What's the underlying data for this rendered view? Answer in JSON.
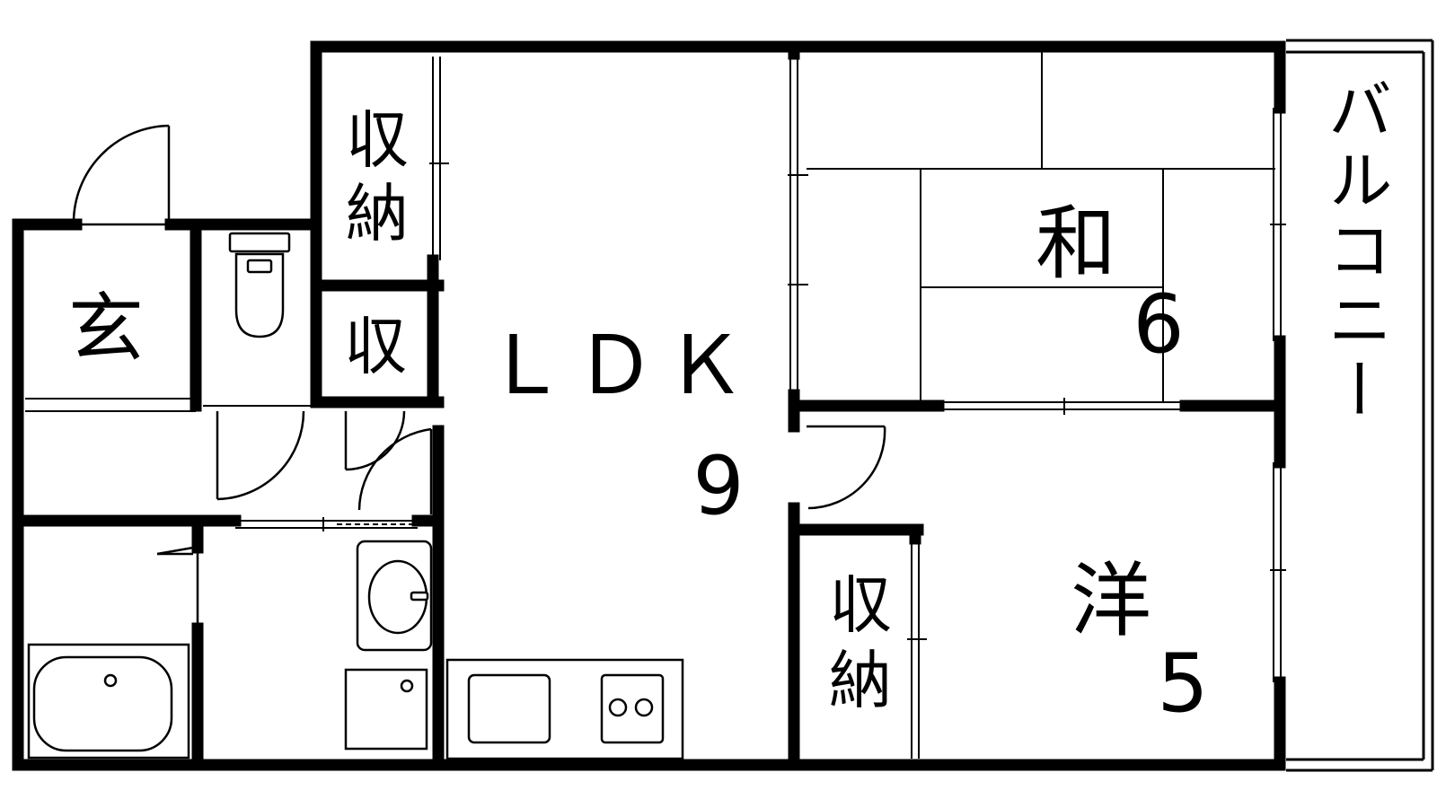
{
  "rooms": {
    "genkan": {
      "label": "玄"
    },
    "storage_top": {
      "label_line1": "収",
      "label_line2": "納"
    },
    "storage_small": {
      "label": "収"
    },
    "ldk": {
      "label": "ＬＤＫ",
      "size": "9"
    },
    "washitsu": {
      "label": "和",
      "size": "6"
    },
    "yoshitsu": {
      "label": "洋",
      "size": "5"
    },
    "storage_western": {
      "label_line1": "収",
      "label_line2": "納"
    },
    "balcony": {
      "label": "バルコニー"
    }
  },
  "colors": {
    "wall": "#000000",
    "background": "#ffffff"
  }
}
